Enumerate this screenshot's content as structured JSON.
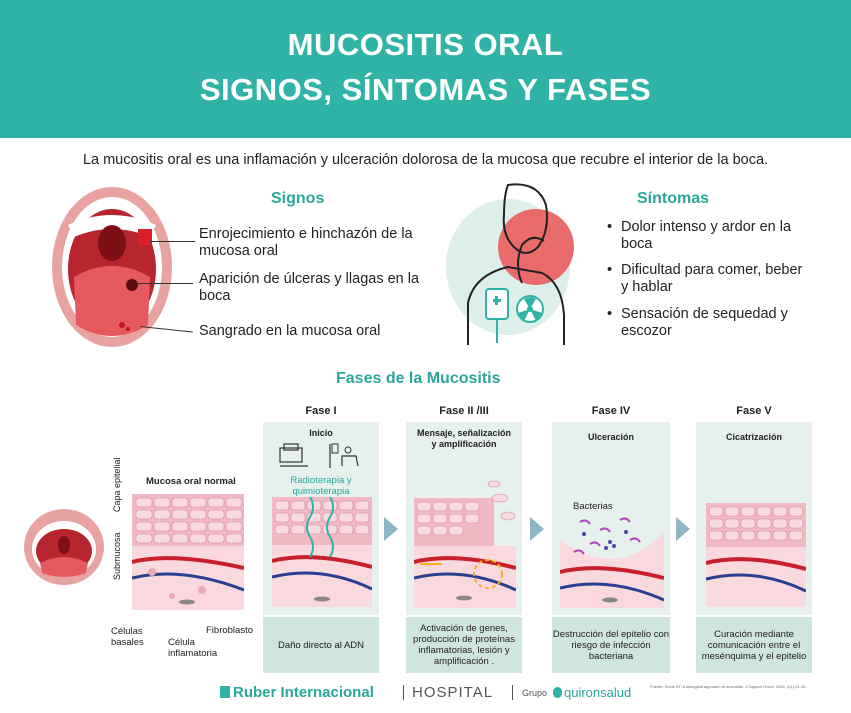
{
  "header": {
    "title_line1": "MUCOSITIS ORAL",
    "title_line2": "SIGNOS, SÍNTOMAS Y FASES"
  },
  "intro": "La mucositis oral es una inflamación y ulceración dolorosa de la mucosa que recubre el interior de la boca.",
  "signs": {
    "title": "Signos",
    "items": [
      "Enrojecimiento e hinchazón de la mucosa oral",
      "Aparición de úlceras y llagas en la boca",
      "Sangrado en la mucosa oral"
    ]
  },
  "symptoms": {
    "title": "Síntomas",
    "items": [
      "Dolor intenso y ardor en la boca",
      "Dificultad para comer, beber y hablar",
      "Sensación de sequedad y escozor"
    ]
  },
  "phases": {
    "title": "Fases de la Mucositis",
    "normal_label": "Mucosa oral normal",
    "layer_epi": "Capa epitelial",
    "layer_sub": "Submucosa",
    "cell_basal": "Células basales",
    "cell_inflam": "Célula inflamatoria",
    "fibroblast": "Fibroblasto",
    "radio": "Radioterapia y quimioterapia",
    "bacteria": "Bacterias",
    "items": [
      {
        "name": "Fase I",
        "sub": "Inicio",
        "desc": "Daño directo al ADN"
      },
      {
        "name": "Fase II /III",
        "sub": "Mensaje, señalización y amplificación",
        "desc": "Activación de genes, producción de proteínas inflamatorias, lesión y amplificación ."
      },
      {
        "name": "Fase IV",
        "sub": "Ulceración",
        "desc": "Destrucción del epitelio con riesgo de infección bacteriana"
      },
      {
        "name": "Fase V",
        "sub": "Cicatrización",
        "desc": "Curación mediante comunicación entre el mesénquima y el epitelio"
      }
    ]
  },
  "footer": {
    "brand1": "Ruber Internacional",
    "brand2": "HOSPITAL",
    "grupo": "Grupo",
    "brand3": "quironsalud",
    "source": "Fuente: Sonis ST. A biological approach to mucositis. J Support Oncol. 2004; 2(1):21-32."
  },
  "colors": {
    "teal": "#2fb3a6",
    "teal_text": "#2aa79c",
    "panel": "#e6f1ee",
    "panel_foot": "#cfe5df"
  }
}
